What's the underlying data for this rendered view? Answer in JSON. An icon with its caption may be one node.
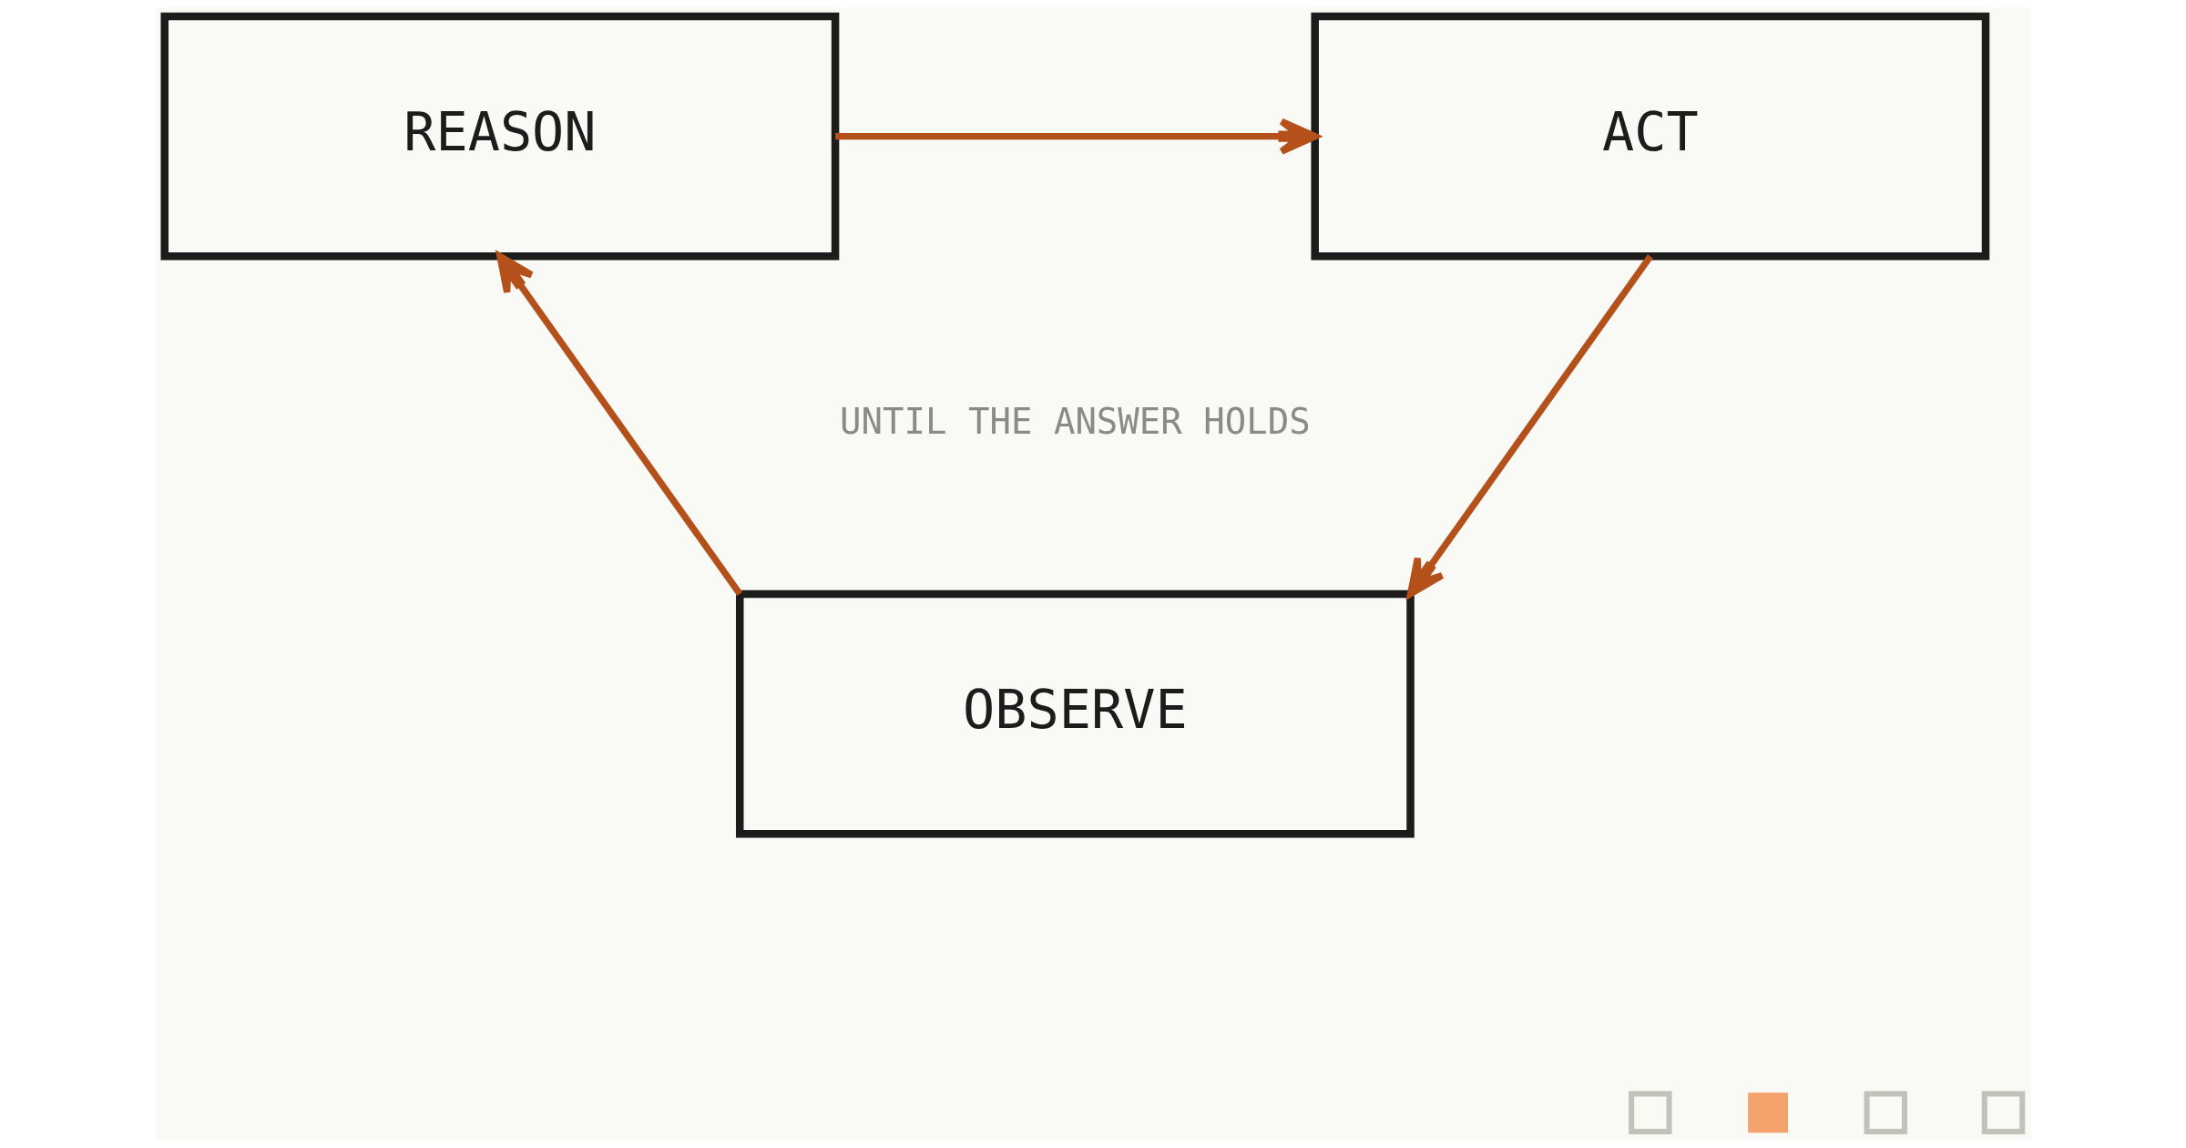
{
  "diagram": {
    "nodes": [
      {
        "text": [
          "REASON"
        ]
      },
      {
        "text": [
          "ACT"
        ]
      },
      {
        "text": [
          "OBSERVE"
        ]
      },
      {
        "text": [],
        "shape": "box"
      },
      {
        "text": [],
        "shape": "box"
      },
      {
        "text": [],
        "shape": "box"
      },
      {
        "text": [],
        "shape": "box"
      }
    ],
    "edges": [
      {
        "from": 0,
        "to": 1,
        "arrow": "to"
      },
      {
        "from": 1,
        "to": 2,
        "arrow": "to"
      },
      {
        "from": 2,
        "to": 0,
        "arrow": "to"
      }
    ],
    "labels": [
      "UNTIL THE ANSWER HOLDS"
    ]
  }
}
